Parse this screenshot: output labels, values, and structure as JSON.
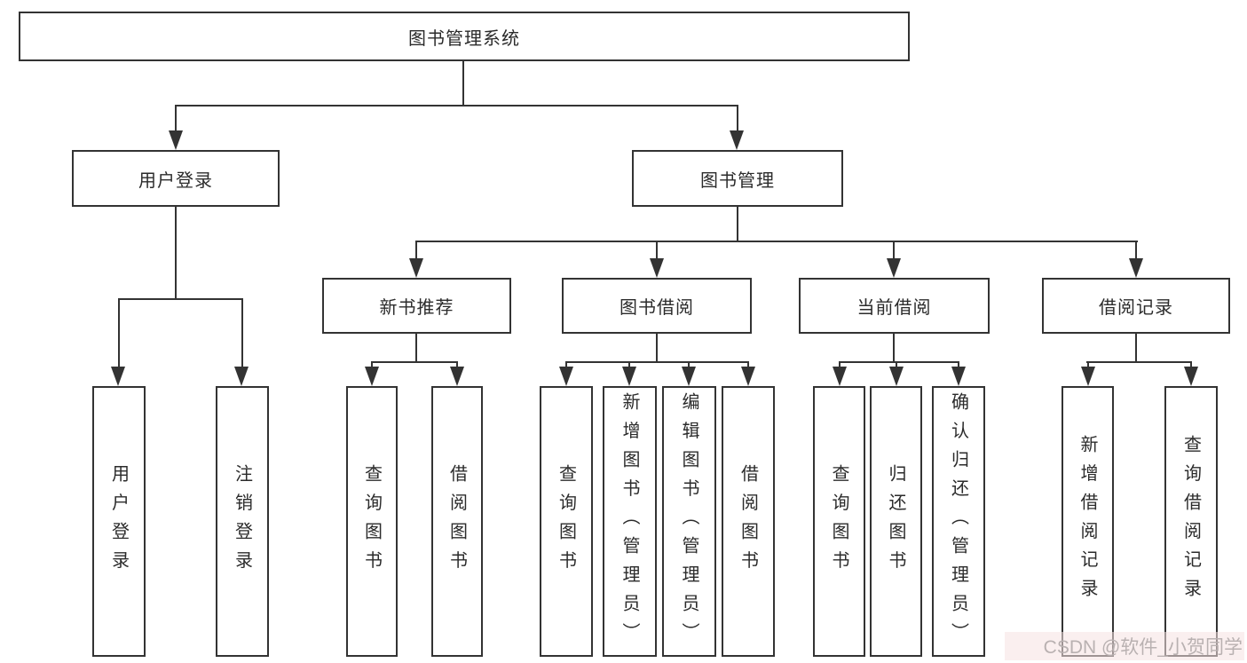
{
  "nodes": {
    "root": "图书管理系统",
    "user_login": "用户登录",
    "book_mgmt": "图书管理",
    "new_book_rec": "新书推荐",
    "book_borrow": "图书借阅",
    "current_borrow": "当前借阅",
    "borrow_records": "借阅记录"
  },
  "leaves": {
    "user_login": [
      "用户登录",
      "注销登录"
    ],
    "new_book_rec": [
      "查询图书",
      "借阅图书"
    ],
    "book_borrow": [
      "查询图书",
      "新增图书（管理员）",
      "编辑图书（管理员）",
      "借阅图书"
    ],
    "current_borrow": [
      "查询图书",
      "归还图书",
      "确认归还（管理员）"
    ],
    "borrow_records": [
      "新增借阅记录",
      "查询借阅记录"
    ]
  },
  "watermark": "CSDN @软件_小贺同学",
  "colors": {
    "line": "#333333",
    "text": "#2b2b2b",
    "watermark": "#b9b1b1"
  }
}
